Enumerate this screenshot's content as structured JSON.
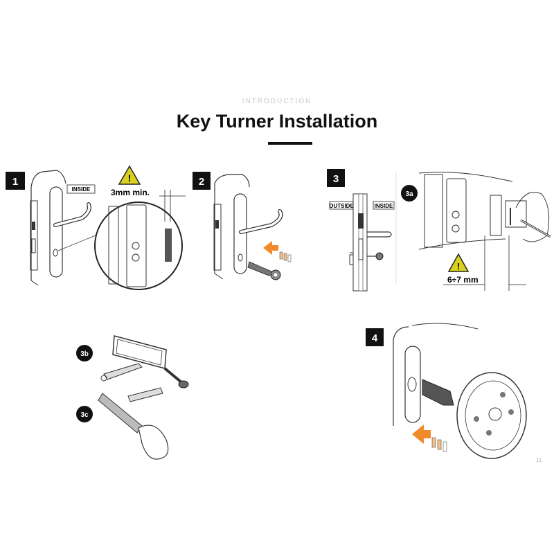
{
  "header": {
    "eyebrow": "INTRODUCTION",
    "title": "Key Turner Installation"
  },
  "steps": [
    {
      "number": "1",
      "labels": [
        "INSIDE"
      ],
      "measurement": "3mm min."
    },
    {
      "number": "2"
    },
    {
      "number": "3",
      "labels": [
        "OUTSIDE",
        "INSIDE"
      ]
    },
    {
      "number": "3a",
      "measurement": "6÷7 mm"
    },
    {
      "number": "3b"
    },
    {
      "number": "3c"
    },
    {
      "number": "4"
    }
  ],
  "page_number": "11",
  "colors": {
    "accent_arrow": "#f08a2a",
    "warning_yellow": "#d8d21e",
    "step_badge": "#111111"
  },
  "icons": [
    "warning-triangle-icon",
    "key-icon",
    "arrow-icon"
  ]
}
